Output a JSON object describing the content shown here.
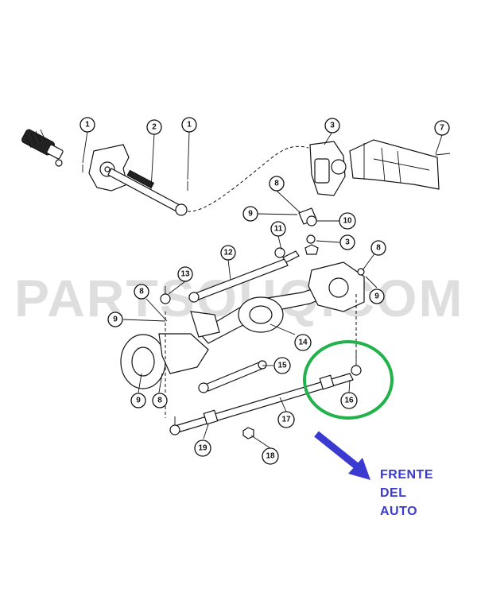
{
  "watermark": "PARTSOUQ.COM",
  "front_label": [
    "FRENTE",
    "DEL",
    "AUTO"
  ],
  "colors": {
    "highlight_circle": "#21b24b",
    "arrow": "#3a3ad0",
    "front_text": "#3a3ad0",
    "line": "#111111"
  },
  "callouts": [
    {
      "id": "c1a",
      "label": "1"
    },
    {
      "id": "c2",
      "label": "2"
    },
    {
      "id": "c1b",
      "label": "1"
    },
    {
      "id": "c3a",
      "label": "3"
    },
    {
      "id": "c7",
      "label": "7"
    },
    {
      "id": "c8a",
      "label": "8"
    },
    {
      "id": "c9a",
      "label": "9"
    },
    {
      "id": "c10",
      "label": "10"
    },
    {
      "id": "c11",
      "label": "11"
    },
    {
      "id": "c3b",
      "label": "3"
    },
    {
      "id": "c12",
      "label": "12"
    },
    {
      "id": "c8b",
      "label": "8"
    },
    {
      "id": "c13",
      "label": "13"
    },
    {
      "id": "c8c",
      "label": "8"
    },
    {
      "id": "c9b",
      "label": "9"
    },
    {
      "id": "c9c",
      "label": "9"
    },
    {
      "id": "c14",
      "label": "14"
    },
    {
      "id": "c15",
      "label": "15"
    },
    {
      "id": "c9d",
      "label": "9"
    },
    {
      "id": "c8d",
      "label": "8"
    },
    {
      "id": "c16",
      "label": "16"
    },
    {
      "id": "c17",
      "label": "17"
    },
    {
      "id": "c19",
      "label": "19"
    },
    {
      "id": "c18",
      "label": "18"
    }
  ]
}
